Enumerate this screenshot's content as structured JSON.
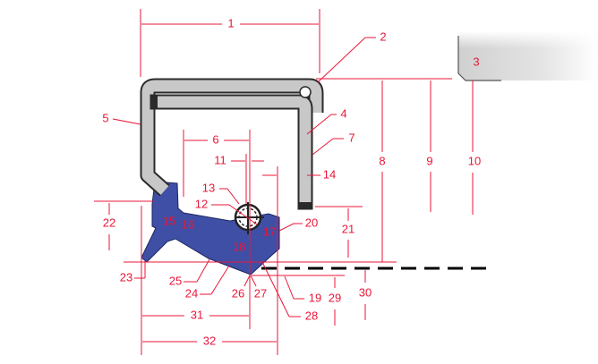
{
  "colors": {
    "annotation": "#e8173a",
    "seal_body": "#3f4fa6",
    "metal_case": "#c8c8c8",
    "outline": "#2a2a2a",
    "shaft_line": "#000000"
  },
  "labels": [
    "1",
    "2",
    "3",
    "4",
    "5",
    "6",
    "7",
    "8",
    "9",
    "10",
    "11",
    "12",
    "13",
    "14",
    "15",
    "16",
    "17",
    "18",
    "19",
    "20",
    "21",
    "22",
    "23",
    "24",
    "25",
    "26",
    "27",
    "28",
    "29",
    "30",
    "31",
    "32"
  ]
}
